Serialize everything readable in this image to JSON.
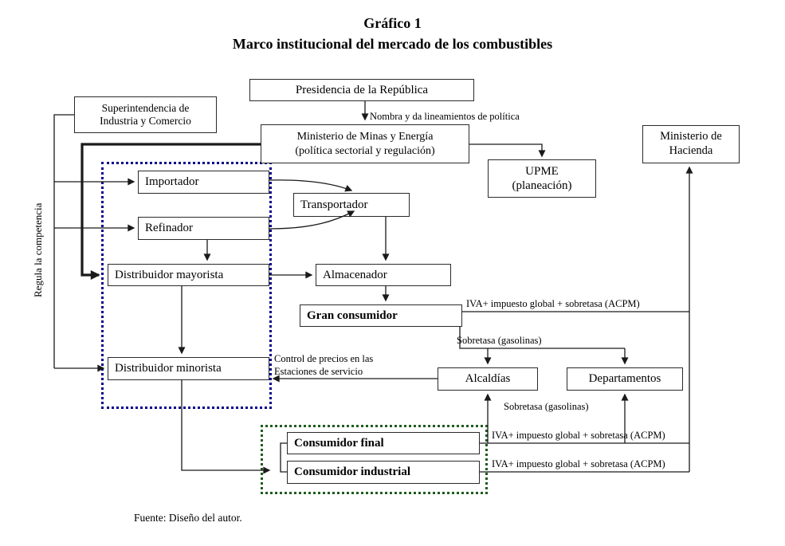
{
  "title": {
    "line1": "Gráfico 1",
    "line2": "Marco institucional del mercado de los combustibles"
  },
  "nodes": {
    "presidencia": "Presidencia de la República",
    "superintendencia": [
      "Superintendencia de",
      "Industria y Comercio"
    ],
    "min_minas": [
      "Ministerio de Minas y Energía",
      "(política sectorial y regulación)"
    ],
    "min_hacienda": [
      "Ministerio de",
      "Hacienda"
    ],
    "upme": [
      "UPME",
      "(planeación)"
    ],
    "importador": "Importador",
    "transportador": "Transportador",
    "refinador": "Refinador",
    "dist_mayorista": "Distribuidor mayorista",
    "almacenador": "Almacenador",
    "gran_consumidor": "Gran consumidor",
    "dist_minorista": "Distribuidor minorista",
    "alcaldias": "Alcaldías",
    "departamentos": "Departamentos",
    "consumidor_final": "Consumidor final",
    "consumidor_industrial": "Consumidor industrial"
  },
  "edge_labels": {
    "nombra": "Nombra y da lineamientos de política",
    "regula_competencia": "Regula la competencia",
    "iva_gran_consumidor": "IVA+ impuesto global + sobretasa (ACPM)",
    "sobretasa_gran_consumidor": "Sobretasa (gasolinas)",
    "control_precios": [
      "Control de precios en las",
      "Estaciones de servicio"
    ],
    "sobretasa_consumidores": "Sobretasa (gasolinas)",
    "iva_consumidor_final": "IVA+ impuesto global + sobretasa (ACPM)",
    "iva_consumidor_industrial": "IVA+ impuesto global + sobretasa (ACPM)"
  },
  "source_note": "Fuente: Diseño del autor.",
  "colors": {
    "box-border": "#2a2a2a",
    "line": "#1a1a1a",
    "group-blue": "#00008b",
    "group-green": "#1f5c1f"
  }
}
